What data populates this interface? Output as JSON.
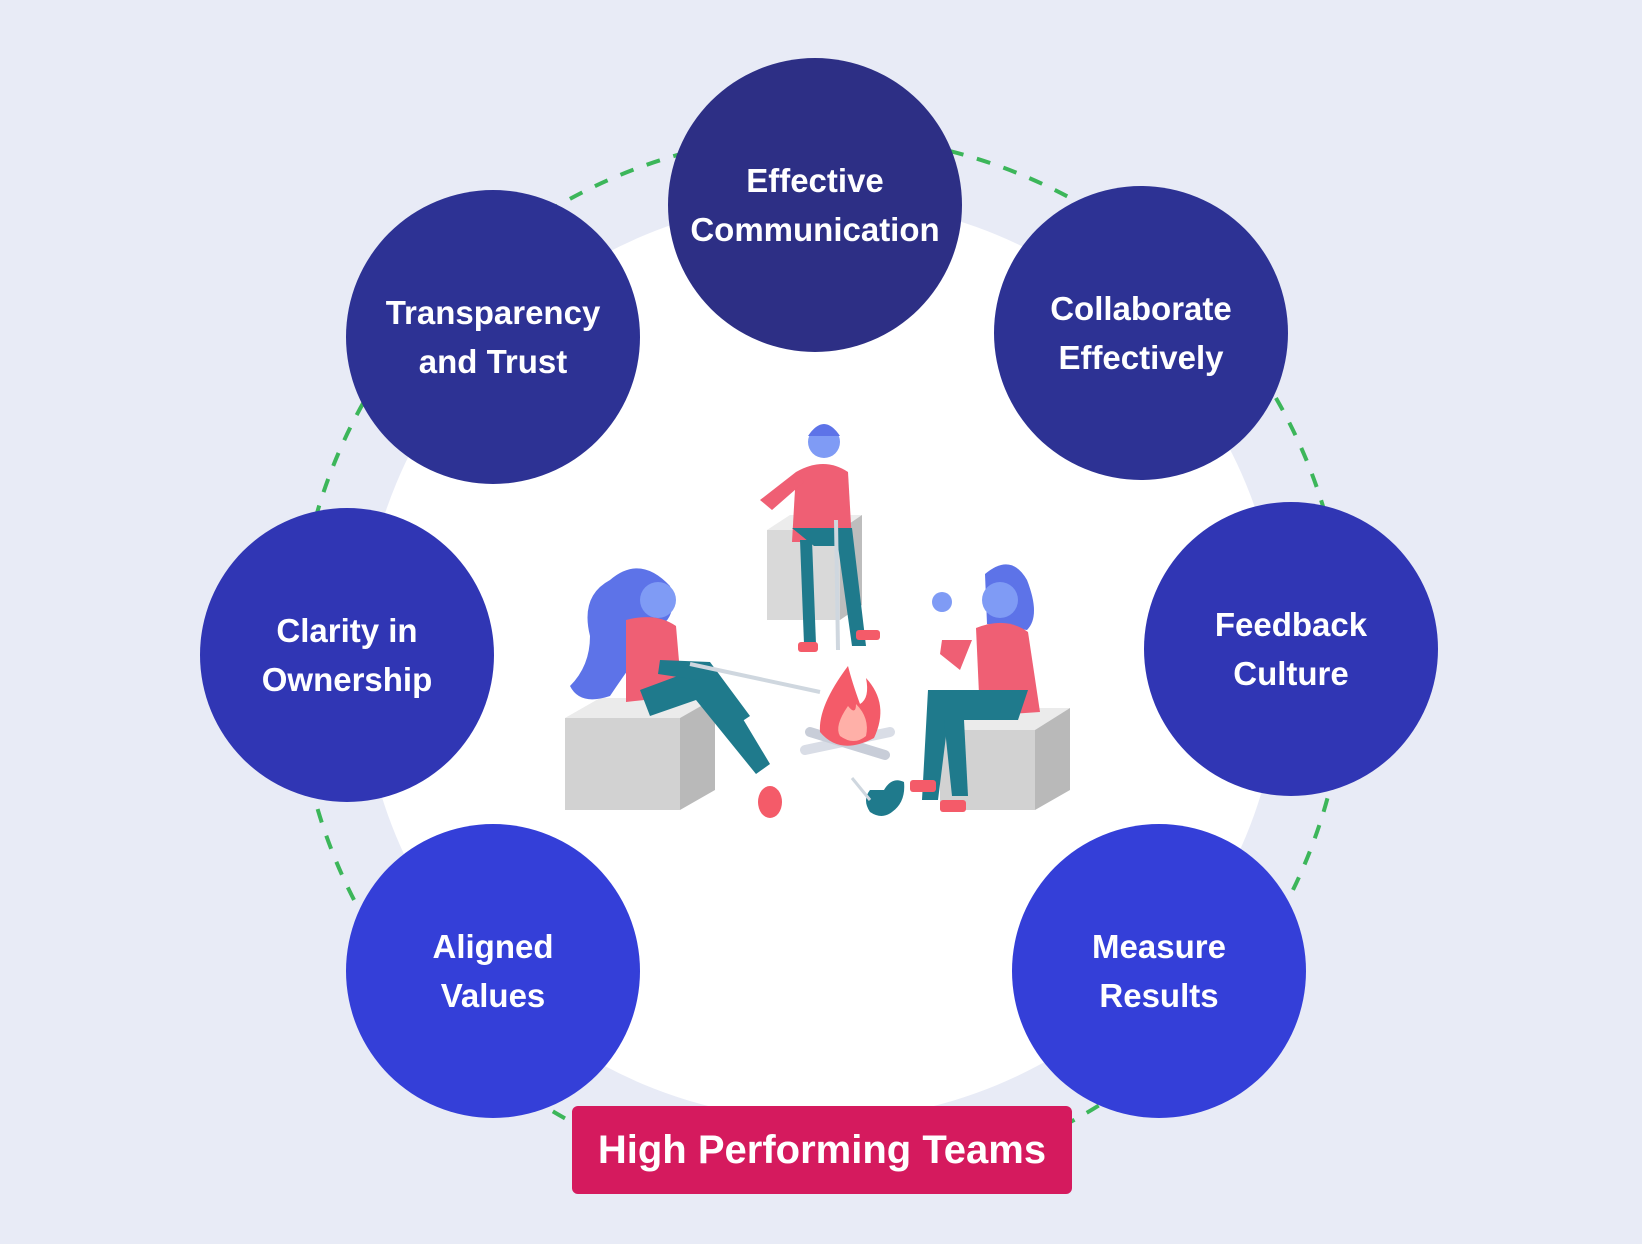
{
  "diagram": {
    "title": "High Performing Teams",
    "nodes": [
      {
        "id": "effective-communication",
        "label": "Effective\nCommunication",
        "color": "#2d2f85"
      },
      {
        "id": "collaborate-effectively",
        "label": "Collaborate\nEffectively",
        "color": "#2d3294"
      },
      {
        "id": "feedback-culture",
        "label": "Feedback\nCulture",
        "color": "#3036b4"
      },
      {
        "id": "measure-results",
        "label": "Measure\nResults",
        "color": "#343fd8"
      },
      {
        "id": "aligned-values",
        "label": "Aligned\nValues",
        "color": "#343fd8"
      },
      {
        "id": "clarity-in-ownership",
        "label": "Clarity in\nOwnership",
        "color": "#3036b4"
      },
      {
        "id": "transparency-and-trust",
        "label": "Transparency\nand Trust",
        "color": "#2d3294"
      }
    ]
  },
  "colors": {
    "background": "#e8ebf6",
    "inner_circle": "#ffffff",
    "dashed_ring": "#3cb65a",
    "banner": "#d51a5e",
    "skin": "#7f9bf5",
    "shirt": "#ef5f74",
    "pants": "#1f7a8c",
    "hair": "#5d73e8",
    "box": "#c8c8c8",
    "fire": "#f45b69"
  },
  "illustration": {
    "description_icon": "campfire-team-icon"
  }
}
